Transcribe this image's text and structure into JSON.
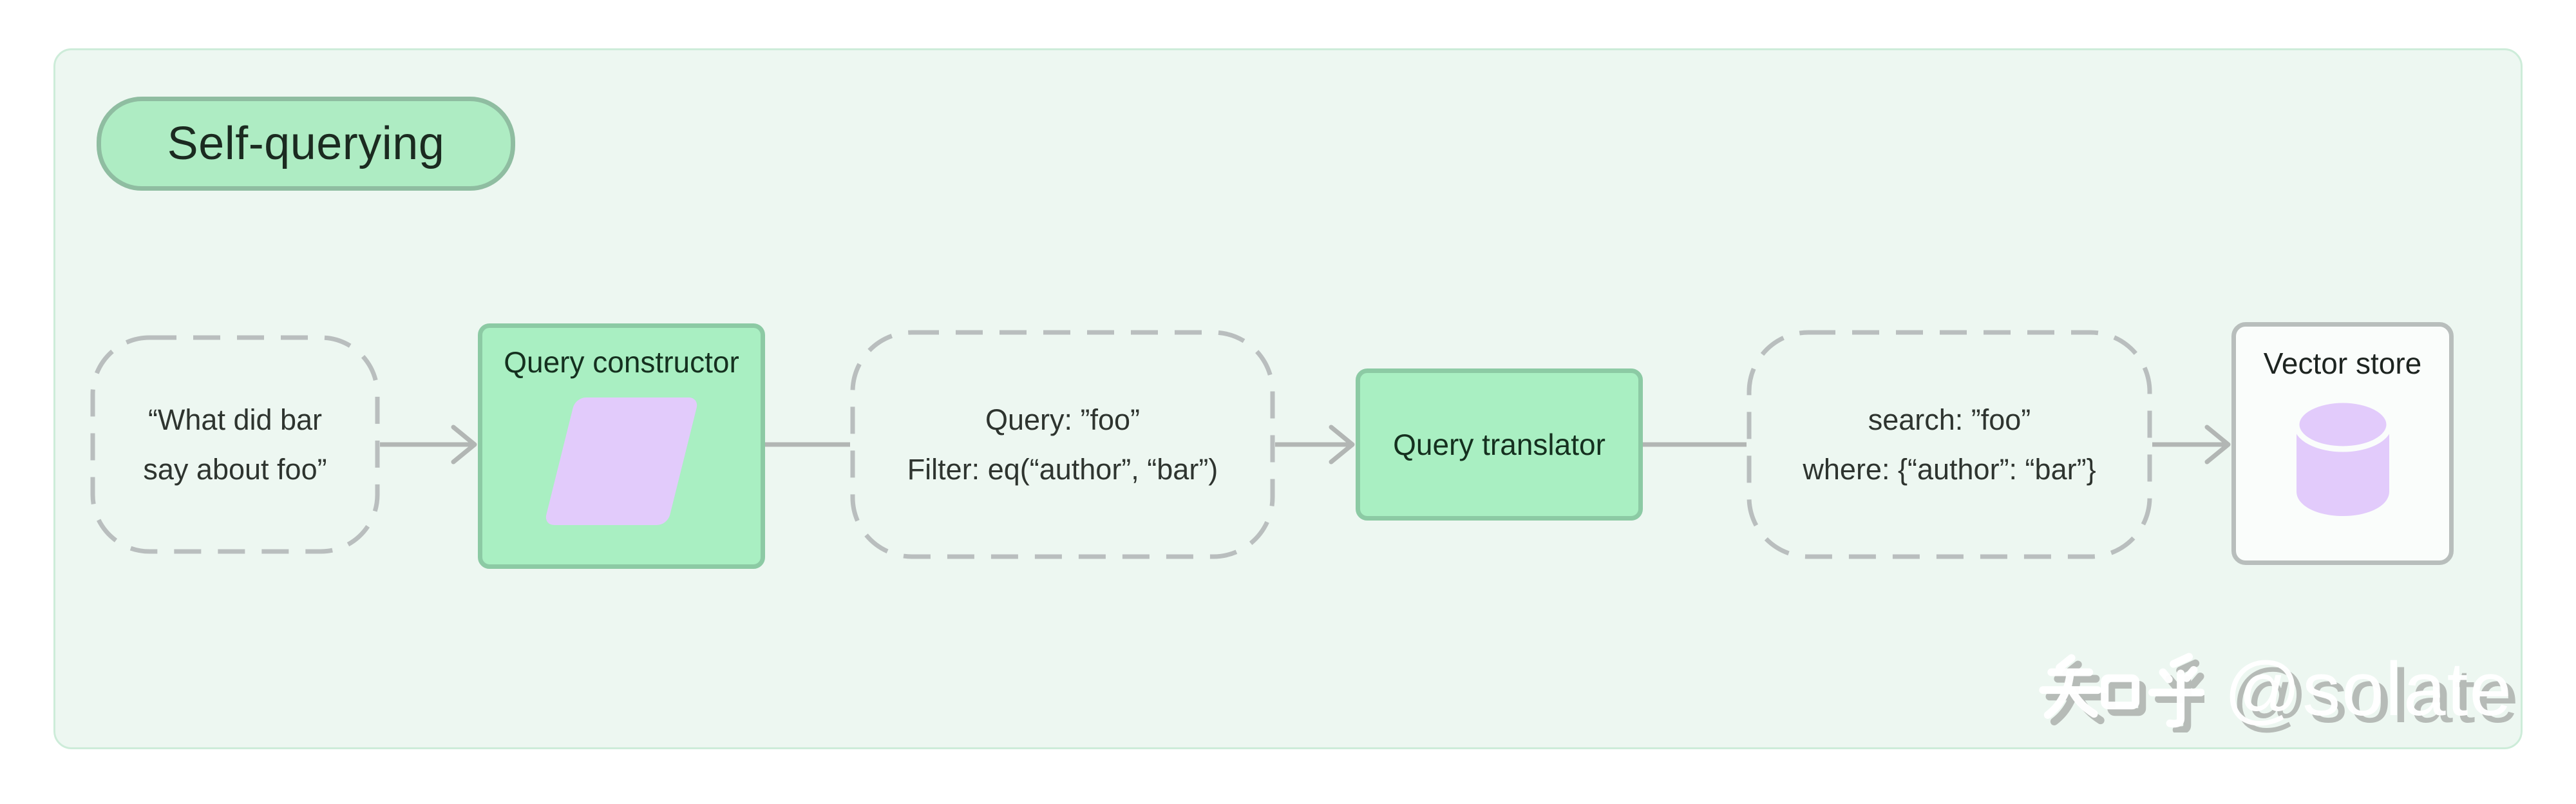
{
  "title_badge": {
    "label": "Self-querying"
  },
  "nodes": {
    "user_query": {
      "type": "dashed",
      "lines": [
        "“What did bar",
        "say about foo”"
      ]
    },
    "query_constructor": {
      "type": "solid-green",
      "label": "Query constructor"
    },
    "structured_query": {
      "type": "dashed",
      "lines": [
        "Query: ”foo”",
        "Filter: eq(“author”, “bar”)"
      ]
    },
    "query_translator": {
      "type": "solid-green",
      "label": "Query translator"
    },
    "translated_query": {
      "type": "dashed",
      "lines": [
        "search: ”foo”",
        "where: {“author”: “bar”}"
      ]
    },
    "vector_store": {
      "type": "solid-light",
      "label": "Vector store"
    }
  },
  "flow_order": [
    "user_query",
    "query_constructor",
    "structured_query",
    "query_translator",
    "translated_query",
    "vector_store"
  ],
  "watermark": {
    "text": "知乎 @solate",
    "site": "知乎",
    "handle": "@solate"
  },
  "colors": {
    "page_bg": "#ffffff",
    "panel_bg": "#edf7f1",
    "panel_border": "#cdecd9",
    "node_green_fill": "#a9efc2",
    "node_green_border": "#8ccaa4",
    "badge_fill": "#aeecc3",
    "badge_border": "#8fbda1",
    "accent_purple": "#e2cbfb",
    "dashed_border": "#b9bebe",
    "connector_gray": "#b2b6b4",
    "vector_store_fill": "#fafdfb",
    "vector_store_border": "#b8bebc",
    "text_dark": "#1d2a21",
    "watermark_gray": "#b6bbb7"
  }
}
